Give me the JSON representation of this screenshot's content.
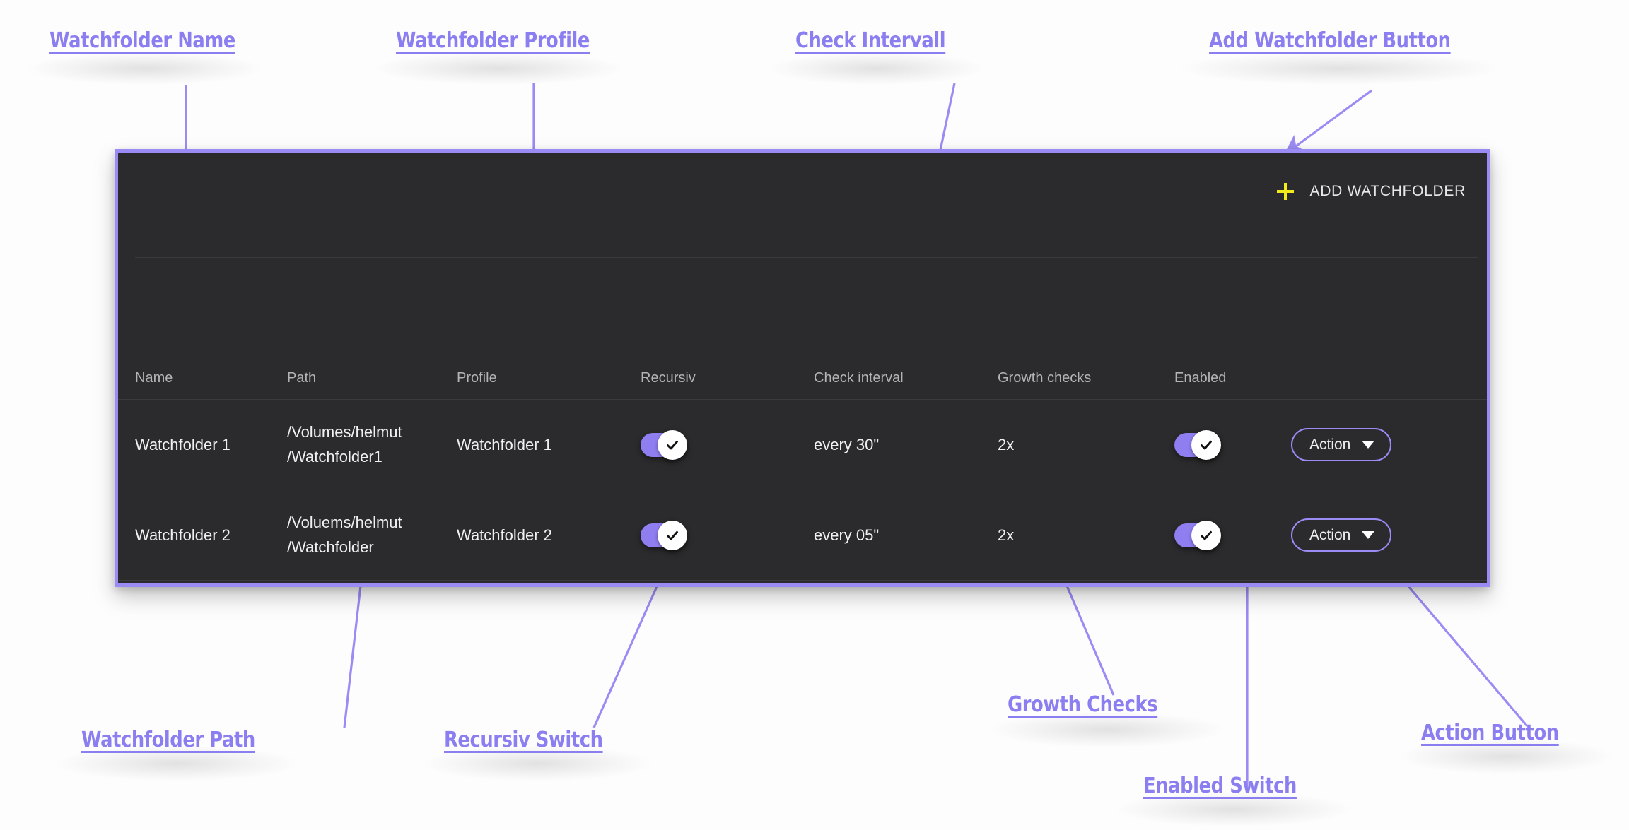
{
  "panel": {
    "toolbar": {
      "add_button_label": "ADD WATCHFOLDER",
      "add_button_icon": "plus-icon",
      "plus_color": "#f3ea1a"
    },
    "table": {
      "columns": [
        "Name",
        "Path",
        "Profile",
        "Recursiv",
        "Check interval",
        "Growth checks",
        "Enabled"
      ],
      "rows": [
        {
          "name": "Watchfolder 1",
          "path_line1": "/Volumes/helmut",
          "path_line2": "/Watchfolder1",
          "profile": "Watchfolder 1",
          "recursiv": true,
          "check_interval": "every 30\"",
          "growth_checks": "2x",
          "enabled": true,
          "action_label": "Action",
          "action_icon": "caret-down-icon"
        },
        {
          "name": "Watchfolder 2",
          "path_line1": "/Voluems/helmut",
          "path_line2": "/Watchfolder",
          "profile": "Watchfolder 2",
          "recursiv": true,
          "check_interval": "every 05\"",
          "growth_checks": "2x",
          "enabled": true,
          "action_label": "Action",
          "action_icon": "caret-down-icon"
        }
      ]
    }
  },
  "annotations": {
    "accent_color": "#8b7ef0",
    "panel_border_color": "#9b8cf5",
    "items": [
      {
        "id": "watchfolder-name",
        "label": "Watchfolder Name"
      },
      {
        "id": "watchfolder-profile",
        "label": "Watchfolder Profile"
      },
      {
        "id": "check-intervall",
        "label": "Check Intervall"
      },
      {
        "id": "add-watchfolder-button",
        "label": "Add Watchfolder Button"
      },
      {
        "id": "watchfolder-path",
        "label": "Watchfolder Path"
      },
      {
        "id": "recursiv-switch",
        "label": "Recursiv Switch"
      },
      {
        "id": "growth-checks",
        "label": "Growth Checks"
      },
      {
        "id": "action-button",
        "label": "Action Button"
      },
      {
        "id": "enabled-switch",
        "label": "Enabled Switch"
      }
    ]
  }
}
